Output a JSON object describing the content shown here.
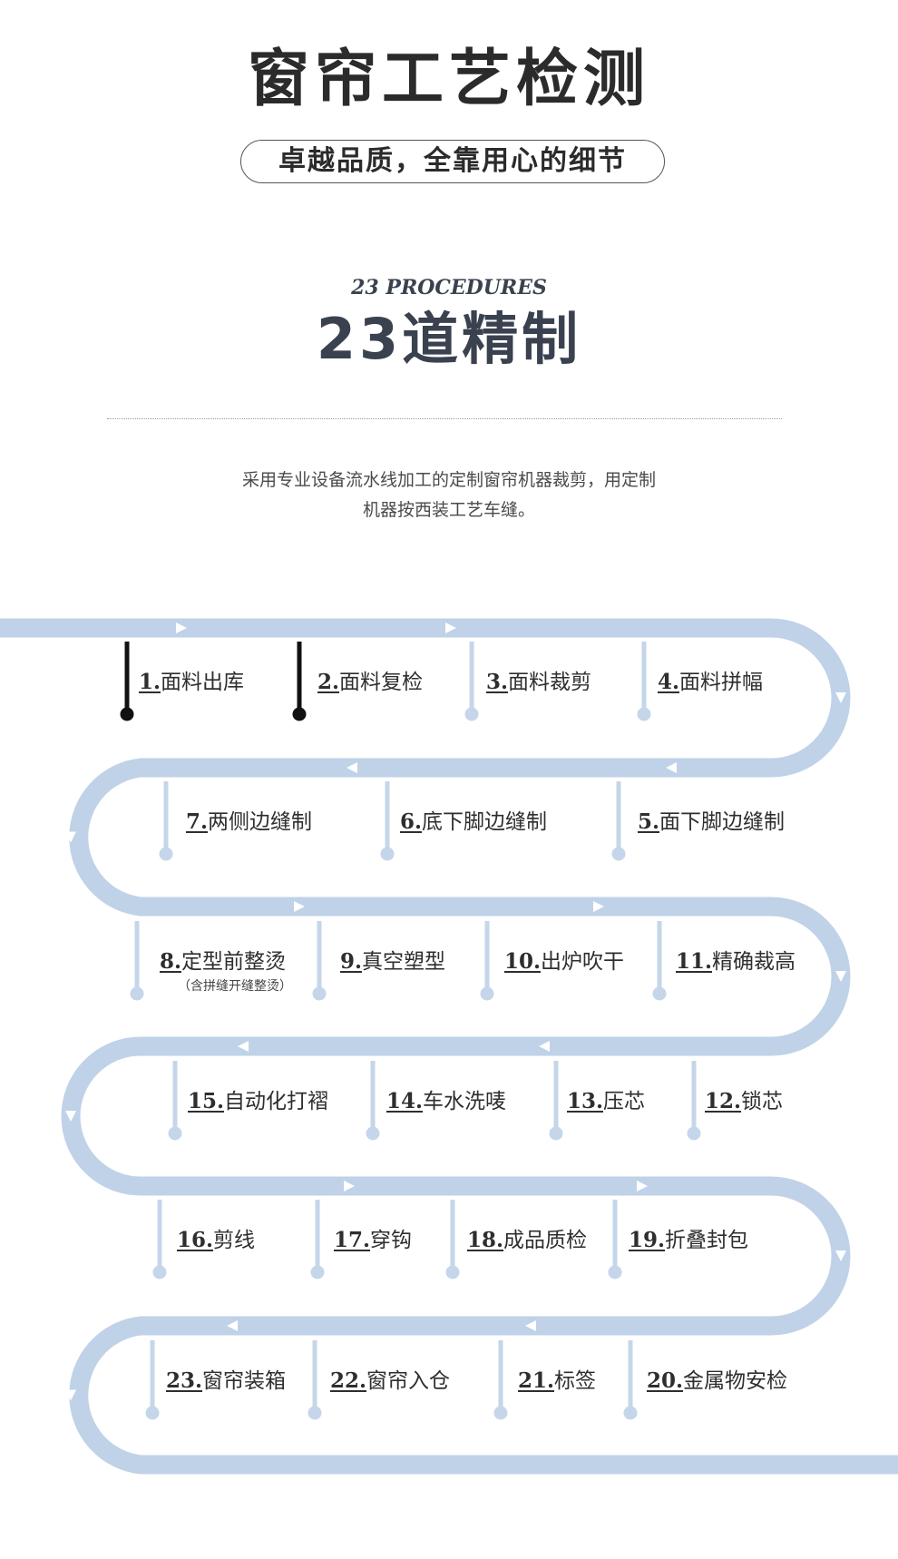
{
  "header": {
    "title": "窗帘工艺检测",
    "subtitle": "卓越品质，全靠用心的细节"
  },
  "section": {
    "en_title": "23 PROCEDURES",
    "cn_title": "23道精制",
    "description_line1": "采用专业设备流水线加工的定制窗帘机器裁剪，用定制",
    "description_line2": "机器按西装工艺车缝。"
  },
  "colors": {
    "path": "#bfd2e7",
    "marker_active": "#111111",
    "marker_inactive": "#c5d6ea",
    "text": "#2e2e2e"
  },
  "steps": [
    {
      "num": "1.",
      "label": "面料出库",
      "active": true
    },
    {
      "num": "2.",
      "label": "面料复检",
      "active": true
    },
    {
      "num": "3.",
      "label": "面料裁剪",
      "active": false
    },
    {
      "num": "4.",
      "label": "面料拼幅",
      "active": false
    },
    {
      "num": "5.",
      "label": "面下脚边缝制",
      "active": false
    },
    {
      "num": "6.",
      "label": "底下脚边缝制",
      "active": false
    },
    {
      "num": "7.",
      "label": "两侧边缝制",
      "active": false
    },
    {
      "num": "8.",
      "label": "定型前整烫",
      "note": "（含拼缝开缝整烫）",
      "active": false
    },
    {
      "num": "9.",
      "label": "真空塑型",
      "active": false
    },
    {
      "num": "10.",
      "label": "出炉吹干",
      "active": false
    },
    {
      "num": "11.",
      "label": "精确裁高",
      "active": false
    },
    {
      "num": "12.",
      "label": "锁芯",
      "active": false
    },
    {
      "num": "13.",
      "label": "压芯",
      "active": false
    },
    {
      "num": "14.",
      "label": "车水洗唛",
      "active": false
    },
    {
      "num": "15.",
      "label": "自动化打褶",
      "active": false
    },
    {
      "num": "16.",
      "label": "剪线",
      "active": false
    },
    {
      "num": "17.",
      "label": "穿钩",
      "active": false
    },
    {
      "num": "18.",
      "label": "成品质检",
      "active": false
    },
    {
      "num": "19.",
      "label": "折叠封包",
      "active": false
    },
    {
      "num": "20.",
      "label": "金属物安检",
      "active": false
    },
    {
      "num": "21.",
      "label": "标签",
      "active": false
    },
    {
      "num": "22.",
      "label": "窗帘入仓",
      "active": false
    },
    {
      "num": "23.",
      "label": "窗帘装箱",
      "active": false
    }
  ]
}
